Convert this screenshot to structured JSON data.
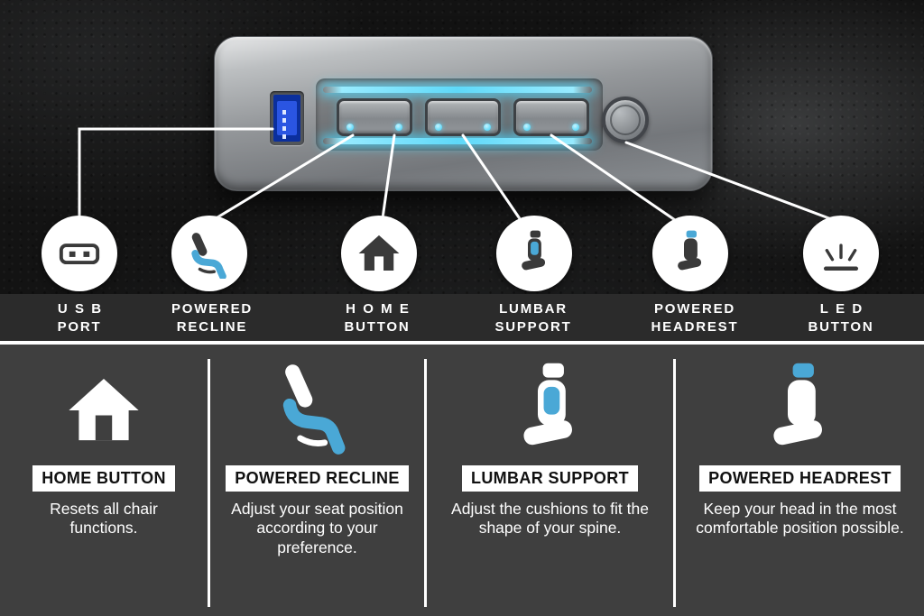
{
  "colors": {
    "accent_blue": "#4aa8d6",
    "led_cyan": "#5fd9f9",
    "band_bg": "#2b2b2b",
    "features_bg": "#3f3f3f"
  },
  "callouts": [
    {
      "icon": "usb-port-icon",
      "line1": "USB",
      "line2": "PORT"
    },
    {
      "icon": "powered-recline-icon",
      "line1": "POWERED",
      "line2": "RECLINE"
    },
    {
      "icon": "home-button-icon",
      "line1": "HOME",
      "line2": "BUTTON"
    },
    {
      "icon": "lumbar-support-icon",
      "line1": "LUMBAR",
      "line2": "SUPPORT"
    },
    {
      "icon": "powered-headrest-icon",
      "line1": "POWERED",
      "line2": "HEADREST"
    },
    {
      "icon": "led-button-icon",
      "line1": "LED",
      "line2": "BUTTON"
    }
  ],
  "features": [
    {
      "icon": "home-icon",
      "title": "HOME BUTTON",
      "description": "Resets all chair functions."
    },
    {
      "icon": "recline-icon",
      "title": "POWERED RECLINE",
      "description": "Adjust your seat position according to your preference."
    },
    {
      "icon": "lumbar-icon",
      "title": "LUMBAR SUPPORT",
      "description": "Adjust the cushions to fit the shape of your spine."
    },
    {
      "icon": "headrest-icon",
      "title": "POWERED HEADREST",
      "description": "Keep your head in the most comfortable position possible."
    }
  ]
}
